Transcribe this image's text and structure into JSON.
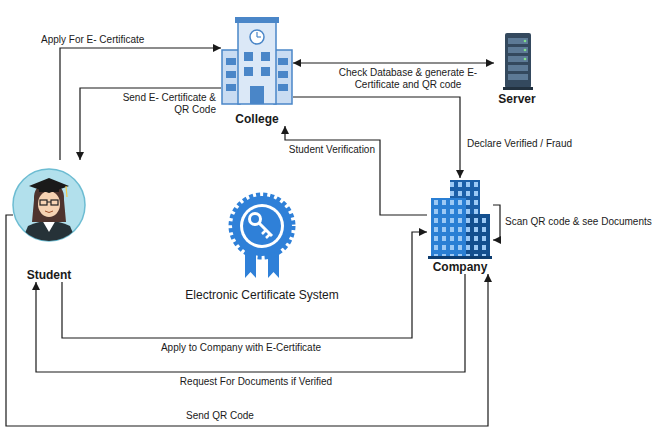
{
  "diagram": {
    "nodes": [
      {
        "text": [
          "College"
        ]
      },
      {
        "text": [
          "Server"
        ]
      },
      {
        "text": [
          "Student"
        ]
      },
      {
        "text": [
          "Company"
        ]
      }
    ],
    "edges": [
      {
        "from": 2,
        "to": 0,
        "label": "Apply For E- Certificate",
        "arrow": "to"
      },
      {
        "from": 0,
        "to": 2,
        "label": "Send E- Certificate & QR Code",
        "arrow": "to"
      },
      {
        "from": 0,
        "to": 1,
        "label": "Check Database & generate E- Certificate and QR code",
        "arrow": "both"
      },
      {
        "from": 0,
        "to": 3,
        "label": "Declare Verified / Fraud",
        "arrow": "to"
      },
      {
        "from": 3,
        "to": 0,
        "label": "Student Verification",
        "arrow": "to"
      },
      {
        "from": 3,
        "to": 3,
        "label": "Scan QR code & see Documents",
        "arrow": "to"
      },
      {
        "from": 2,
        "to": 3,
        "label": "Apply to Company with E-Certificate",
        "arrow": "to"
      },
      {
        "from": 3,
        "to": 2,
        "label": "Request For Documents if Verified",
        "arrow": "to"
      },
      {
        "from": 2,
        "to": 3,
        "label": "Send QR Code",
        "arrow": "to"
      }
    ],
    "labels": [
      "Electronic Certificate System"
    ]
  }
}
